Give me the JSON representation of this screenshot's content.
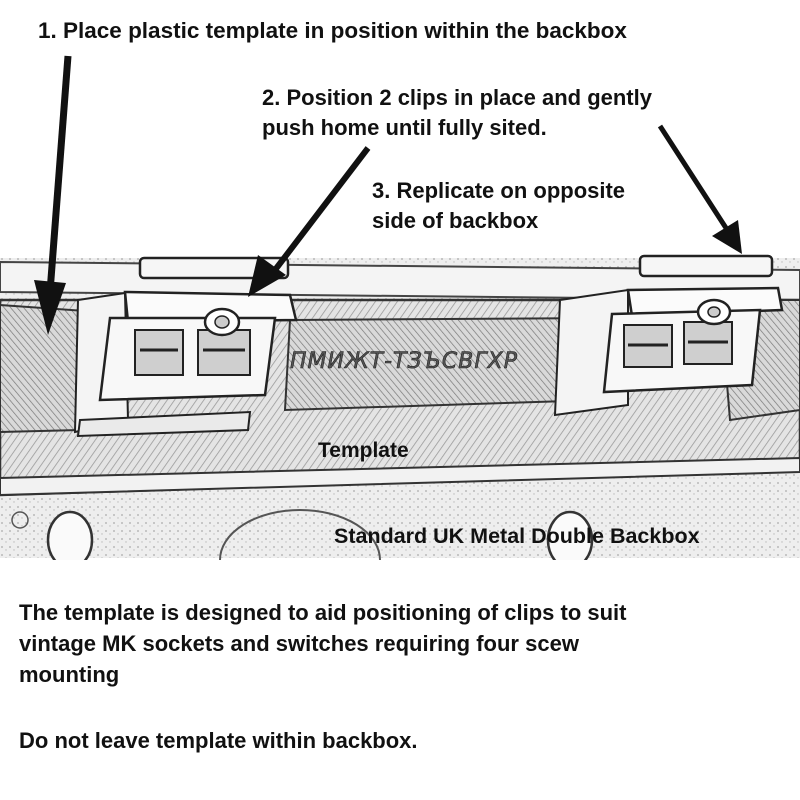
{
  "steps": {
    "step1": "1. Place plastic template in position within the backbox",
    "step2": "2.  Position 2 clips in place and gently\npush home until fully sited.",
    "step3": "3. Replicate on opposite\n   side of backbox"
  },
  "photo": {
    "template_label": "Template",
    "backbox_label": "Standard UK Metal Double Backbox",
    "embossed_text": "ПМИЖТ-ТЗЪСВГХР"
  },
  "description": "The template is designed to aid positioning of clips to suit\nvintage MK sockets and switches requiring four scew\nmounting",
  "warning": "Do not leave template within backbox.",
  "colors": {
    "text": "#111111",
    "photo_background": "#ececec",
    "sketch_line": "#333333"
  }
}
